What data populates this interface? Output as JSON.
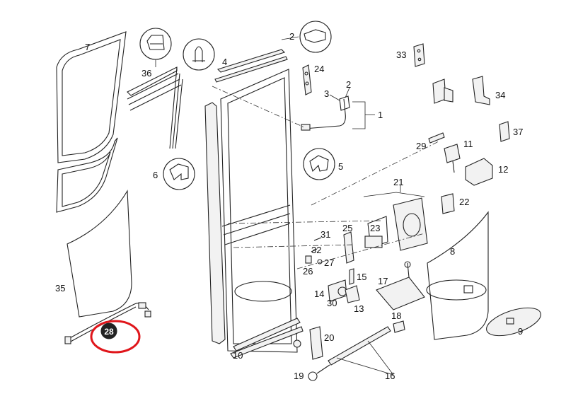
{
  "diagram": {
    "callouts": [
      "1",
      "2",
      "3",
      "4",
      "5",
      "6",
      "7",
      "8",
      "9",
      "10",
      "11",
      "12",
      "13",
      "14",
      "15",
      "16",
      "17",
      "18",
      "19",
      "20",
      "21",
      "22",
      "23",
      "24",
      "25",
      "26",
      "27",
      "28",
      "29",
      "30",
      "31",
      "32",
      "33",
      "34",
      "35",
      "36",
      "37"
    ],
    "highlighted_callout": "28",
    "highlight_color": "#e0161b"
  }
}
